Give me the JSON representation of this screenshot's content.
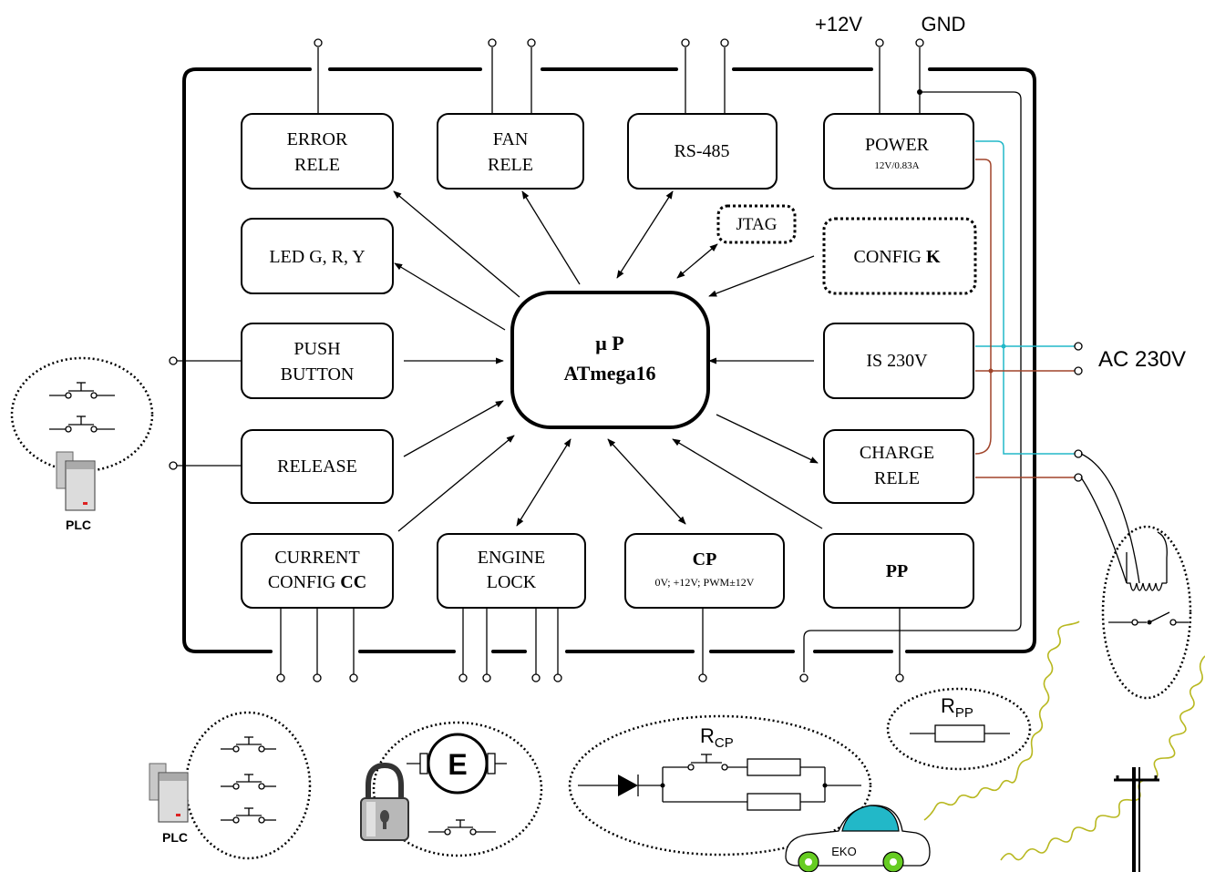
{
  "power_labels": {
    "plus12v": "+12V",
    "gnd": "GND"
  },
  "ac_label": "AC 230V",
  "cpu": {
    "line1": "μ P",
    "line2": "ATmega16"
  },
  "blocks": {
    "error_rele": {
      "line1": "ERROR",
      "line2": "RELE"
    },
    "fan_rele": {
      "line1": "FAN",
      "line2": "RELE"
    },
    "rs485": {
      "line1": "RS-485"
    },
    "power": {
      "line1": "POWER",
      "line2": "12V/0.83A"
    },
    "led": {
      "line1": "LED G, R, Y"
    },
    "jtag": {
      "line1": "JTAG"
    },
    "config_k": {
      "text": "CONFIG ",
      "bold": "K"
    },
    "push_button": {
      "line1": "PUSH",
      "line2": "BUTTON"
    },
    "is230": {
      "line1": "IS 230V"
    },
    "release": {
      "line1": "RELEASE"
    },
    "charge_rele": {
      "line1": "CHARGE",
      "line2": "RELE"
    },
    "current_config": {
      "line1": "CURRENT",
      "line2": "CONFIG ",
      "bold": "CC"
    },
    "engine_lock": {
      "line1": "ENGINE",
      "line2": "LOCK"
    },
    "cp": {
      "line1": "CP",
      "line2": "0V; +12V; PWM±12V"
    },
    "pp": {
      "line1": "PP"
    }
  },
  "plc_label": "PLC",
  "engine_label": "E",
  "resistors": {
    "rcp": "R",
    "rcp_sub": "CP",
    "rpp": "R",
    "rpp_sub": "PP"
  },
  "car_label": "EKO",
  "colors": {
    "line": "#000000",
    "phase": "#22b8c8",
    "neutral": "#a0442a",
    "cable": "#b8b820",
    "car": "#22b8c8",
    "wheel": "#66cc22",
    "plc_red": "#dd2222"
  }
}
